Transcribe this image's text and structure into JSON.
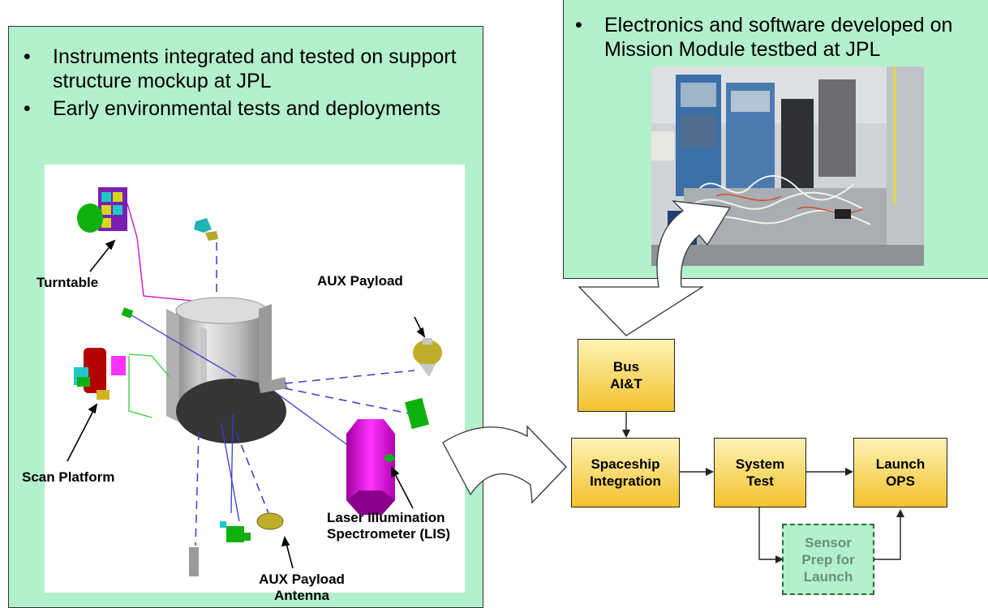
{
  "left_panel": {
    "bullets": [
      "Instruments integrated and tested on support structure mockup at JPL",
      "Early environmental tests and deployments"
    ]
  },
  "right_panel": {
    "bullets": [
      "Electronics and software developed on Mission Module testbed at JPL"
    ]
  },
  "bullet_char": "•",
  "labels": {
    "turntable": "Turntable",
    "aux_payload": "AUX Payload",
    "scan_platform": "Scan Platform",
    "lis_line1": "Laser Illumination",
    "lis_line2": "Spectrometer (LIS)",
    "aux_antenna_line1": "AUX Payload",
    "aux_antenna_line2": "Antenna"
  },
  "flow": {
    "bus": [
      "Bus",
      "AI&T"
    ],
    "spaceship": [
      "Spaceship",
      "Integration"
    ],
    "system_test": [
      "System",
      "Test"
    ],
    "launch": [
      "Launch",
      "OPS"
    ],
    "sensor": [
      "Sensor",
      "Prep for",
      "Launch"
    ]
  },
  "colors": {
    "panel": "#b3f0cc",
    "box_top": "#fdf3b5",
    "box_bottom": "#f3c22c",
    "magenta": "#cc00cc",
    "green": "#19b519",
    "leader_blue": "#3a3ad0"
  }
}
